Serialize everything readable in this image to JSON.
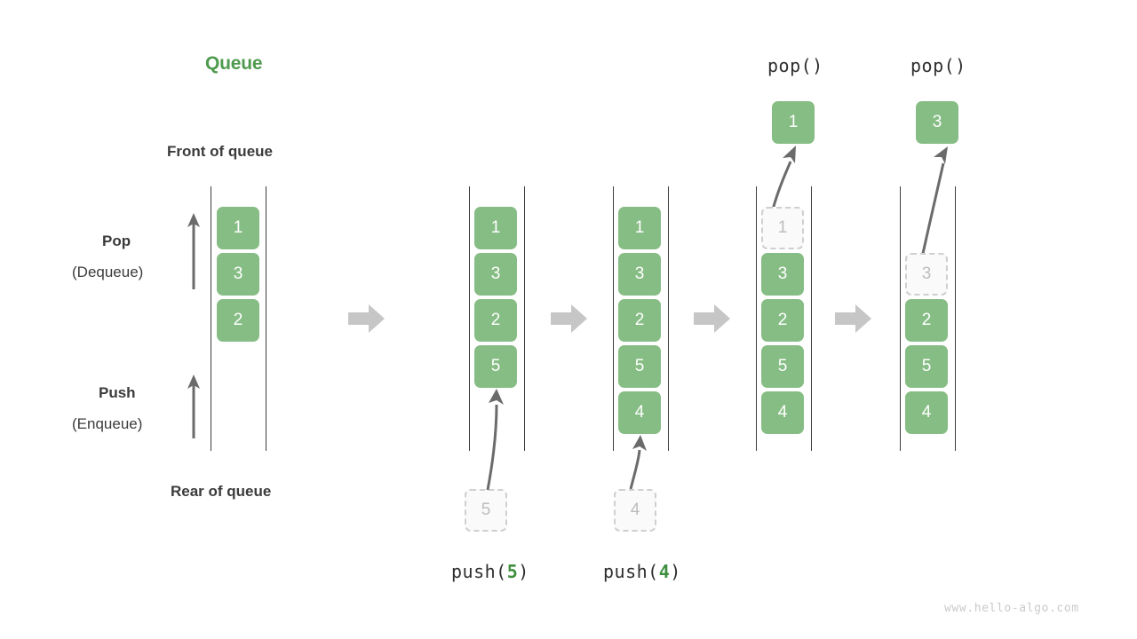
{
  "figure": {
    "title": "Queue",
    "watermark": "www.hello-algo.com",
    "colors": {
      "element": "#86bd84",
      "title": "#4e9a4e",
      "ghost_border": "#cfcfcf",
      "ghost_text": "#bdbdbd",
      "rail": "#3d3d3d",
      "step_arrow": "#c6c6c6",
      "thin_arrow": "#6b6b6b",
      "text": "#3b3b3b",
      "watermark_text": "#cacaca"
    }
  },
  "annotations": {
    "front_of_queue": "Front of queue",
    "rear_of_queue": "Rear of queue",
    "pop_label": "Pop",
    "pop_sub": "(Dequeue)",
    "push_label": "Push",
    "push_sub": "(Enqueue)"
  },
  "panels": [
    {
      "id": "initial",
      "caption": "",
      "caption_prefix": "",
      "caption_arg": "",
      "elements": [
        "1",
        "3",
        "2"
      ],
      "ghost_index": -1,
      "incoming": null,
      "outgoing": null
    },
    {
      "id": "after-push-5",
      "caption": "push(5)",
      "caption_prefix": "push(",
      "caption_arg": "5",
      "caption_suffix": ")",
      "elements": [
        "1",
        "3",
        "2",
        "5"
      ],
      "ghost_index": -1,
      "incoming": "5",
      "outgoing": null
    },
    {
      "id": "after-push-4",
      "caption": "push(4)",
      "caption_prefix": "push(",
      "caption_arg": "4",
      "caption_suffix": ")",
      "elements": [
        "1",
        "3",
        "2",
        "5",
        "4"
      ],
      "ghost_index": -1,
      "incoming": "4",
      "outgoing": null
    },
    {
      "id": "pop-1",
      "caption": "pop()",
      "elements": [
        "1",
        "3",
        "2",
        "5",
        "4"
      ],
      "ghost_index": 0,
      "incoming": null,
      "outgoing": "1"
    },
    {
      "id": "pop-3",
      "caption": "pop()",
      "elements": [
        "3",
        "2",
        "5",
        "4"
      ],
      "ghost_index": 0,
      "incoming": null,
      "outgoing": "3"
    }
  ],
  "step_arrows": [
    "step-arrow-1",
    "step-arrow-2",
    "step-arrow-3",
    "step-arrow-4"
  ],
  "icons": {
    "step_arrow": "right-block-arrow-icon",
    "pop_direction": "up-arrow-icon",
    "push_direction": "up-arrow-icon",
    "enqueue": "curved-up-arrow-icon",
    "dequeue": "curved-up-arrow-icon"
  }
}
